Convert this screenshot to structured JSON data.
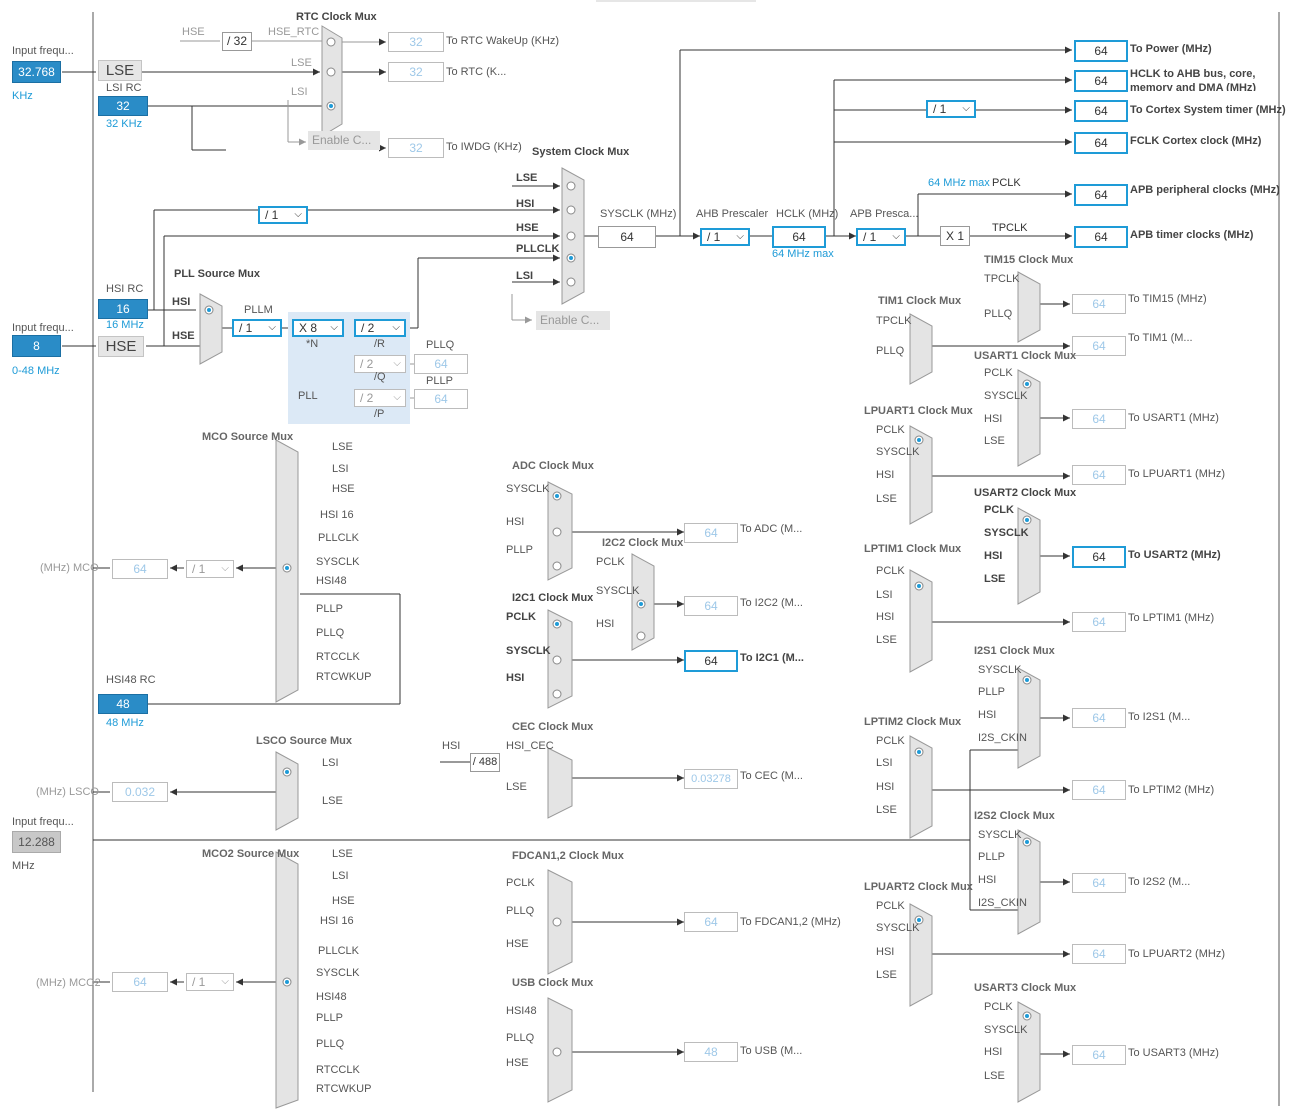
{
  "colors": {
    "accent": "#1e9bd7",
    "source_fill": "#2a8cc7",
    "pll_bg": "#dce9f6",
    "wire": "#333333",
    "mux_fill": "#e4e4e4"
  },
  "inputs": {
    "lse": {
      "caption": "Input frequ...",
      "value": "32.768",
      "unit": "KHz",
      "label": "LSE"
    },
    "lsi": {
      "title": "LSI RC",
      "value": "32",
      "unit": "32 KHz"
    },
    "hsi": {
      "title": "HSI RC",
      "value": "16",
      "unit": "16 MHz"
    },
    "hse": {
      "caption": "Input frequ...",
      "value": "8",
      "range": "0-48 MHz",
      "label": "HSE"
    },
    "hsi48": {
      "title": "HSI48 RC",
      "value": "48",
      "unit": "48 MHz"
    },
    "ext": {
      "caption": "Input frequ...",
      "value": "12.288",
      "unit": "MHz"
    }
  },
  "rtc": {
    "title": "RTC Clock Mux",
    "hse_label": "HSE",
    "div": "/ 32",
    "hse_rtc": "HSE_RTC",
    "lse": "LSE",
    "lsi": "LSI",
    "enable": "Enable C...",
    "wakeup_value": "32",
    "wakeup_label": "To RTC WakeUp (KHz)",
    "rtc_value": "32",
    "rtc_label": "To RTC (K...",
    "iwdg_value": "32",
    "iwdg_label": "To IWDG (KHz)"
  },
  "sysmux": {
    "title": "System Clock Mux",
    "inputs": [
      "LSE",
      "HSI",
      "HSE",
      "PLLCLK",
      "LSI"
    ],
    "enable": "Enable C...",
    "div_hsi": "/ 1",
    "sysclk_label": "SYSCLK (MHz)",
    "sysclk_value": "64"
  },
  "ahb": {
    "title": "AHB Prescaler",
    "value": "/ 1",
    "hclk_label": "HCLK (MHz)",
    "hclk_value": "64",
    "hclk_max": "64 MHz max"
  },
  "apb": {
    "title": "APB Presca...",
    "value": "/ 1",
    "pclk_max": "64 MHz max",
    "pclk_label": "PCLK",
    "mult": "X 1",
    "tpclk": "TPCLK"
  },
  "cortex_div": "/ 1",
  "outputs": [
    {
      "value": "64",
      "label": "To Power (MHz)"
    },
    {
      "value": "64",
      "label": "HCLK to AHB bus, core,"
    },
    {
      "value": "64",
      "label": "To Cortex System timer (MHz)"
    },
    {
      "value": "64",
      "label": "FCLK Cortex clock (MHz)"
    },
    {
      "value": "64",
      "label": "APB peripheral clocks (MHz)"
    },
    {
      "value": "64",
      "label": "APB timer clocks (MHz)"
    }
  ],
  "outputs_extra": "memory and DMA (MHz)",
  "pll": {
    "title": "PLL Source Mux",
    "in_hsi": "HSI",
    "in_hse": "HSE",
    "pllm_label": "PLLM",
    "pllm": "/ 1",
    "n": "X 8",
    "n_label": "*N",
    "r": "/ 2",
    "r_label": "/R",
    "q": "/ 2",
    "q_label": "/Q",
    "q_out_label": "PLLQ",
    "q_out": "64",
    "p": "/ 2",
    "p_label": "/P",
    "p_out_label": "PLLP",
    "p_out": "64",
    "box_label": "PLL"
  },
  "mco": {
    "title": "MCO Source Mux",
    "items": [
      "LSE",
      "LSI",
      "HSE",
      "HSI 16",
      "PLLCLK",
      "SYSCLK",
      "HSI48",
      "PLLP",
      "PLLQ",
      "RTCCLK",
      "RTCWKUP"
    ],
    "div": "/ 1",
    "value": "64",
    "label": "(MHz) MCO"
  },
  "lsco": {
    "title": "LSCO Source Mux",
    "items": [
      "LSI",
      "LSE"
    ],
    "value": "0.032",
    "label": "(MHz) LSCO"
  },
  "mco2": {
    "title": "MCO2 Source Mux",
    "items": [
      "LSE",
      "LSI",
      "HSE",
      "HSI 16",
      "PLLCLK",
      "SYSCLK",
      "HSI48",
      "PLLP",
      "PLLQ",
      "RTCCLK",
      "RTCWKUP"
    ],
    "div": "/ 1",
    "value": "64",
    "label": "(MHz) MCO2"
  },
  "adc": {
    "title": "ADC Clock Mux",
    "items": [
      "SYSCLK",
      "HSI",
      "PLLP"
    ],
    "value": "64",
    "label": "To ADC (M..."
  },
  "i2c2": {
    "title": "I2C2 Clock Mux",
    "items": [
      "PCLK",
      "SYSCLK",
      "HSI"
    ],
    "value": "64",
    "label": "To I2C2 (M..."
  },
  "i2c1": {
    "title": "I2C1 Clock Mux",
    "items": [
      "PCLK",
      "SYSCLK",
      "HSI"
    ],
    "value": "64",
    "label": "To I2C1 (M..."
  },
  "cec": {
    "title": "CEC Clock Mux",
    "hsi": "HSI",
    "div": "/ 488",
    "items": [
      "HSI_CEC",
      "LSE"
    ],
    "value": "0.03278",
    "label": "To CEC (M..."
  },
  "fdcan": {
    "title": "FDCAN1,2 Clock Mux",
    "items": [
      "PCLK",
      "PLLQ",
      "HSE"
    ],
    "value": "64",
    "label": "To FDCAN1,2 (MHz)"
  },
  "usb": {
    "title": "USB Clock Mux",
    "items": [
      "HSI48",
      "PLLQ",
      "HSE"
    ],
    "value": "48",
    "label": "To USB (M..."
  },
  "tim15": {
    "title": "TIM15 Clock Mux",
    "items": [
      "TPCLK",
      "PLLQ"
    ],
    "value": "64",
    "label": "To TIM15 (MHz)"
  },
  "tim1": {
    "title": "TIM1 Clock Mux",
    "items": [
      "TPCLK",
      "PLLQ"
    ],
    "value": "64",
    "label": "To TIM1 (M..."
  },
  "usart1": {
    "title": "USART1 Clock Mux",
    "items": [
      "PCLK",
      "SYSCLK",
      "HSI",
      "LSE"
    ],
    "value": "64",
    "label": "To USART1 (MHz)"
  },
  "lpuart1": {
    "title": "LPUART1 Clock Mux",
    "items": [
      "PCLK",
      "SYSCLK",
      "HSI",
      "LSE"
    ],
    "value": "64",
    "label": "To LPUART1 (MHz)"
  },
  "usart2": {
    "title": "USART2 Clock Mux",
    "items": [
      "PCLK",
      "SYSCLK",
      "HSI",
      "LSE"
    ],
    "value": "64",
    "label": "To USART2 (MHz)"
  },
  "lptim1": {
    "title": "LPTIM1 Clock Mux",
    "items": [
      "PCLK",
      "LSI",
      "HSI",
      "LSE"
    ],
    "value": "64",
    "label": "To LPTIM1 (MHz)"
  },
  "i2s1": {
    "title": "I2S1 Clock Mux",
    "items": [
      "SYSCLK",
      "PLLP",
      "HSI",
      "I2S_CKIN"
    ],
    "value": "64",
    "label": "To I2S1 (M..."
  },
  "lptim2": {
    "title": "LPTIM2 Clock Mux",
    "items": [
      "PCLK",
      "LSI",
      "HSI",
      "LSE"
    ],
    "value": "64",
    "label": "To LPTIM2 (MHz)"
  },
  "i2s2": {
    "title": "I2S2 Clock Mux",
    "items": [
      "SYSCLK",
      "PLLP",
      "HSI",
      "I2S_CKIN"
    ],
    "value": "64",
    "label": "To I2S2 (M..."
  },
  "lpuart2": {
    "title": "LPUART2 Clock Mux",
    "items": [
      "PCLK",
      "SYSCLK",
      "HSI",
      "LSE"
    ],
    "value": "64",
    "label": "To LPUART2 (MHz)"
  },
  "usart3": {
    "title": "USART3 Clock Mux",
    "items": [
      "PCLK",
      "SYSCLK",
      "HSI",
      "LSE"
    ],
    "value": "64",
    "label": "To USART3 (MHz)"
  }
}
